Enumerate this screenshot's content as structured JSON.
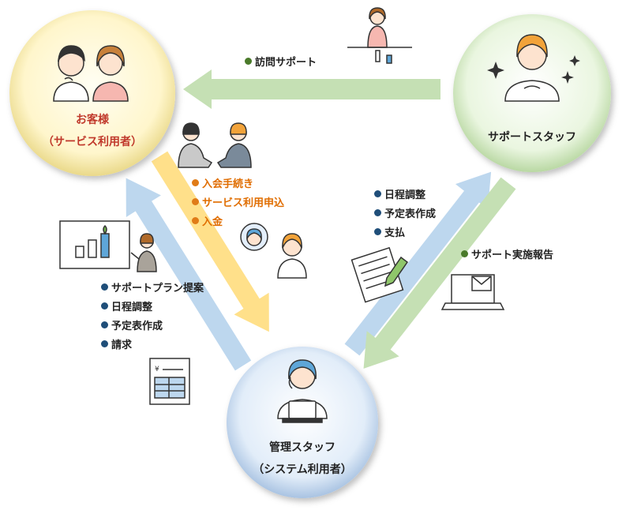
{
  "nodes": {
    "customer": {
      "line1": "お客様",
      "line2": "（サービス利用者）",
      "color": "#c0392b"
    },
    "support_staff": {
      "line1": "サポートスタッフ",
      "color": "#222222"
    },
    "admin_staff": {
      "line1": "管理スタッフ",
      "line2": "（システム利用者）",
      "color": "#222222"
    }
  },
  "flows": {
    "visit_support": {
      "items": [
        "訪問サポート"
      ],
      "dot_color": "#4a7a2a"
    },
    "customer_to_admin": {
      "items": [
        "入会手続き",
        "サービス利用申込",
        "入金"
      ],
      "dot_color": "#e07b17",
      "text_color": "#e06d00"
    },
    "admin_to_customer": {
      "items": [
        "サポートプラン提案",
        "日程調整",
        "予定表作成",
        "請求"
      ],
      "dot_color": "#1f4e79"
    },
    "admin_to_support": {
      "items": [
        "日程調整",
        "予定表作成",
        "支払"
      ],
      "dot_color": "#1f4e79"
    },
    "support_to_admin": {
      "items": [
        "サポート実施報告"
      ],
      "dot_color": "#4a7a2a"
    }
  },
  "colors": {
    "arrow_green": "#c5e0b4",
    "arrow_yellow": "#ffe08a",
    "arrow_blue": "#bdd7ee",
    "circle_customer": "#fff8dc",
    "circle_support": "#eef7e6",
    "circle_admin": "#e3eefb"
  },
  "icons": {
    "invoice_currency": "¥"
  }
}
